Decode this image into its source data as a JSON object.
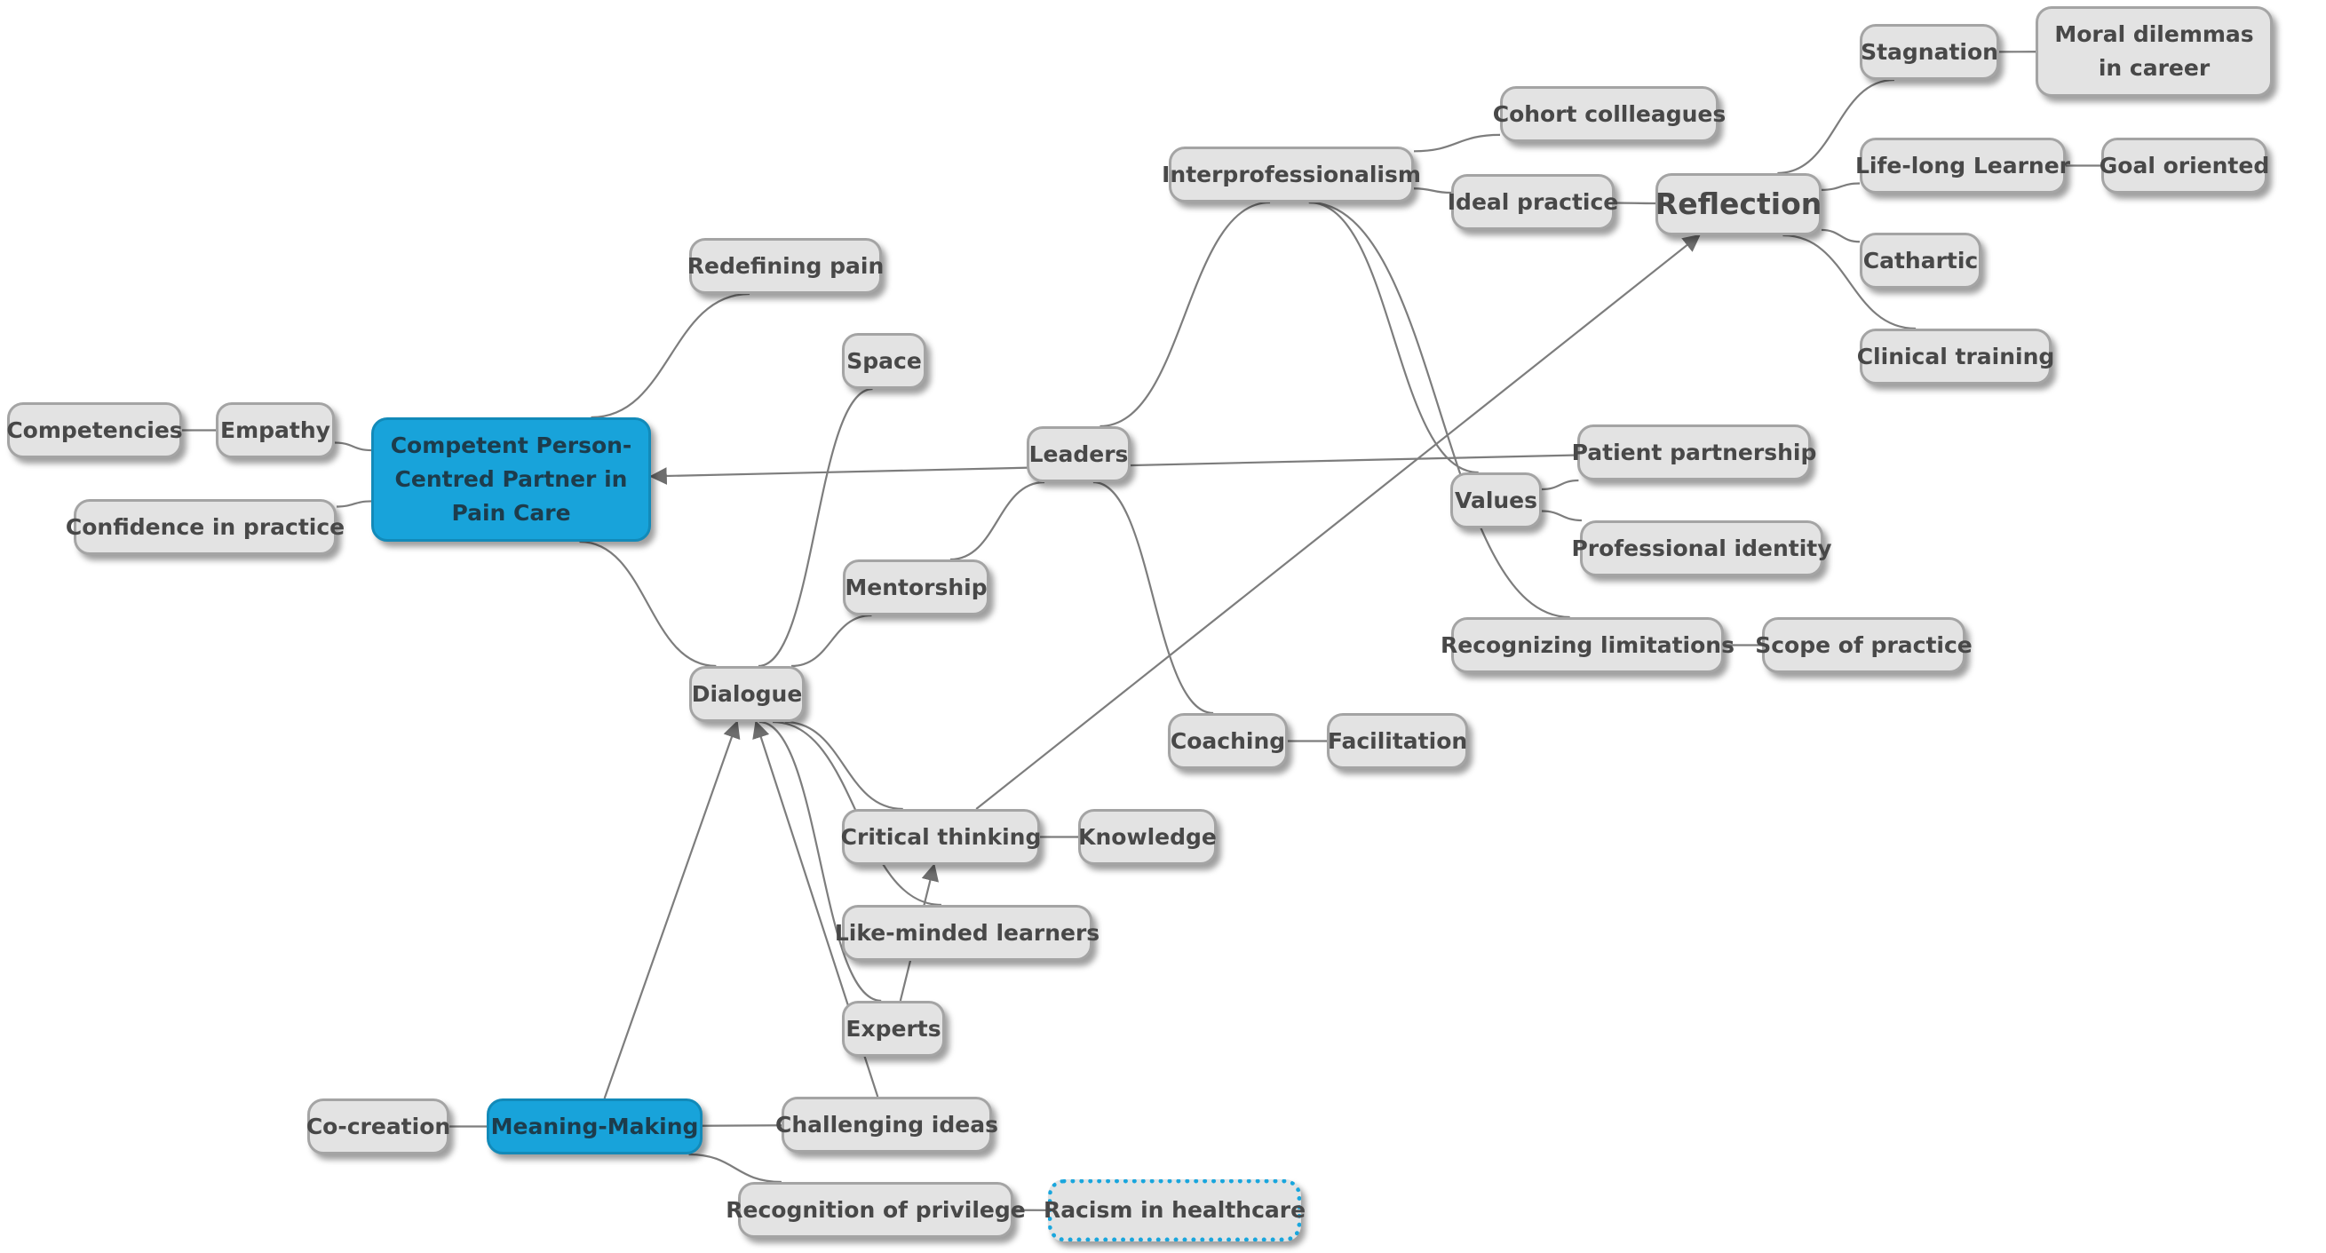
{
  "diagram": {
    "nodes": [
      {
        "id": "competent",
        "label": "Competent Person-Centred Partner in Pain Care",
        "style": "primary"
      },
      {
        "id": "meaning",
        "label": "Meaning-Making",
        "style": "primary"
      },
      {
        "id": "reflection",
        "label": "Reflection",
        "style": "big"
      },
      {
        "id": "redefining",
        "label": "Redefining pain"
      },
      {
        "id": "space",
        "label": "Space"
      },
      {
        "id": "competencies",
        "label": "Competencies"
      },
      {
        "id": "empathy",
        "label": "Empathy"
      },
      {
        "id": "confidence",
        "label": "Confidence in practice"
      },
      {
        "id": "leaders",
        "label": "Leaders"
      },
      {
        "id": "mentorship",
        "label": "Mentorship"
      },
      {
        "id": "dialogue",
        "label": "Dialogue"
      },
      {
        "id": "interprof",
        "label": "Interprofessionalism"
      },
      {
        "id": "cohort",
        "label": "Cohort collleagues"
      },
      {
        "id": "ideal",
        "label": "Ideal practice"
      },
      {
        "id": "stagnation",
        "label": "Stagnation"
      },
      {
        "id": "moral",
        "label": "Moral dilemmas in career"
      },
      {
        "id": "lifelong",
        "label": "Life-long Learner"
      },
      {
        "id": "goal",
        "label": "Goal oriented"
      },
      {
        "id": "cathartic",
        "label": "Cathartic"
      },
      {
        "id": "clinical",
        "label": "Clinical training"
      },
      {
        "id": "patient",
        "label": "Patient partnership"
      },
      {
        "id": "values",
        "label": "Values"
      },
      {
        "id": "profid",
        "label": "Professional identity"
      },
      {
        "id": "recoglim",
        "label": "Recognizing limitations"
      },
      {
        "id": "scope",
        "label": "Scope of practice"
      },
      {
        "id": "coaching",
        "label": "Coaching"
      },
      {
        "id": "facilitation",
        "label": "Facilitation"
      },
      {
        "id": "critical",
        "label": "Critical thinking"
      },
      {
        "id": "knowledge",
        "label": "Knowledge"
      },
      {
        "id": "likeminded",
        "label": "Like-minded learners"
      },
      {
        "id": "experts",
        "label": "Experts"
      },
      {
        "id": "challenging",
        "label": "Challenging ideas"
      },
      {
        "id": "cocreation",
        "label": "Co-creation"
      },
      {
        "id": "privilege",
        "label": "Recognition of privilege"
      },
      {
        "id": "racism",
        "label": "Racism in healthcare",
        "style": "dotted"
      }
    ],
    "links": [
      {
        "from": "competencies",
        "to": "empathy"
      },
      {
        "from": "empathy",
        "to": "competent"
      },
      {
        "from": "confidence",
        "to": "competent"
      },
      {
        "from": "competent",
        "to": "redefining"
      },
      {
        "from": "competent",
        "to": "dialogue"
      },
      {
        "from": "dialogue",
        "to": "space"
      },
      {
        "from": "dialogue",
        "to": "mentorship"
      },
      {
        "from": "mentorship",
        "to": "leaders"
      },
      {
        "from": "leaders",
        "to": "interprof"
      },
      {
        "from": "leaders",
        "to": "coaching"
      },
      {
        "from": "patient",
        "to": "competent",
        "arrow": true
      },
      {
        "from": "interprof",
        "to": "cohort"
      },
      {
        "from": "interprof",
        "to": "ideal"
      },
      {
        "from": "interprof",
        "to": "values"
      },
      {
        "from": "interprof",
        "to": "recoglim"
      },
      {
        "from": "ideal",
        "to": "reflection"
      },
      {
        "from": "reflection",
        "to": "stagnation"
      },
      {
        "from": "stagnation",
        "to": "moral"
      },
      {
        "from": "reflection",
        "to": "lifelong"
      },
      {
        "from": "lifelong",
        "to": "goal"
      },
      {
        "from": "reflection",
        "to": "cathartic"
      },
      {
        "from": "reflection",
        "to": "clinical"
      },
      {
        "from": "values",
        "to": "patient"
      },
      {
        "from": "values",
        "to": "profid"
      },
      {
        "from": "recoglim",
        "to": "scope"
      },
      {
        "from": "coaching",
        "to": "facilitation"
      },
      {
        "from": "critical",
        "to": "reflection",
        "arrow": true
      },
      {
        "from": "critical",
        "to": "knowledge"
      },
      {
        "from": "dialogue",
        "to": "critical"
      },
      {
        "from": "dialogue",
        "to": "likeminded"
      },
      {
        "from": "dialogue",
        "to": "experts"
      },
      {
        "from": "challenging",
        "to": "dialogue",
        "arrow": true
      },
      {
        "from": "experts",
        "to": "critical",
        "arrow": true
      },
      {
        "from": "meaning",
        "to": "challenging"
      },
      {
        "from": "meaning",
        "to": "dialogue",
        "arrow": true
      },
      {
        "from": "cocreation",
        "to": "meaning"
      },
      {
        "from": "meaning",
        "to": "privilege"
      },
      {
        "from": "privilege",
        "to": "racism"
      }
    ]
  }
}
